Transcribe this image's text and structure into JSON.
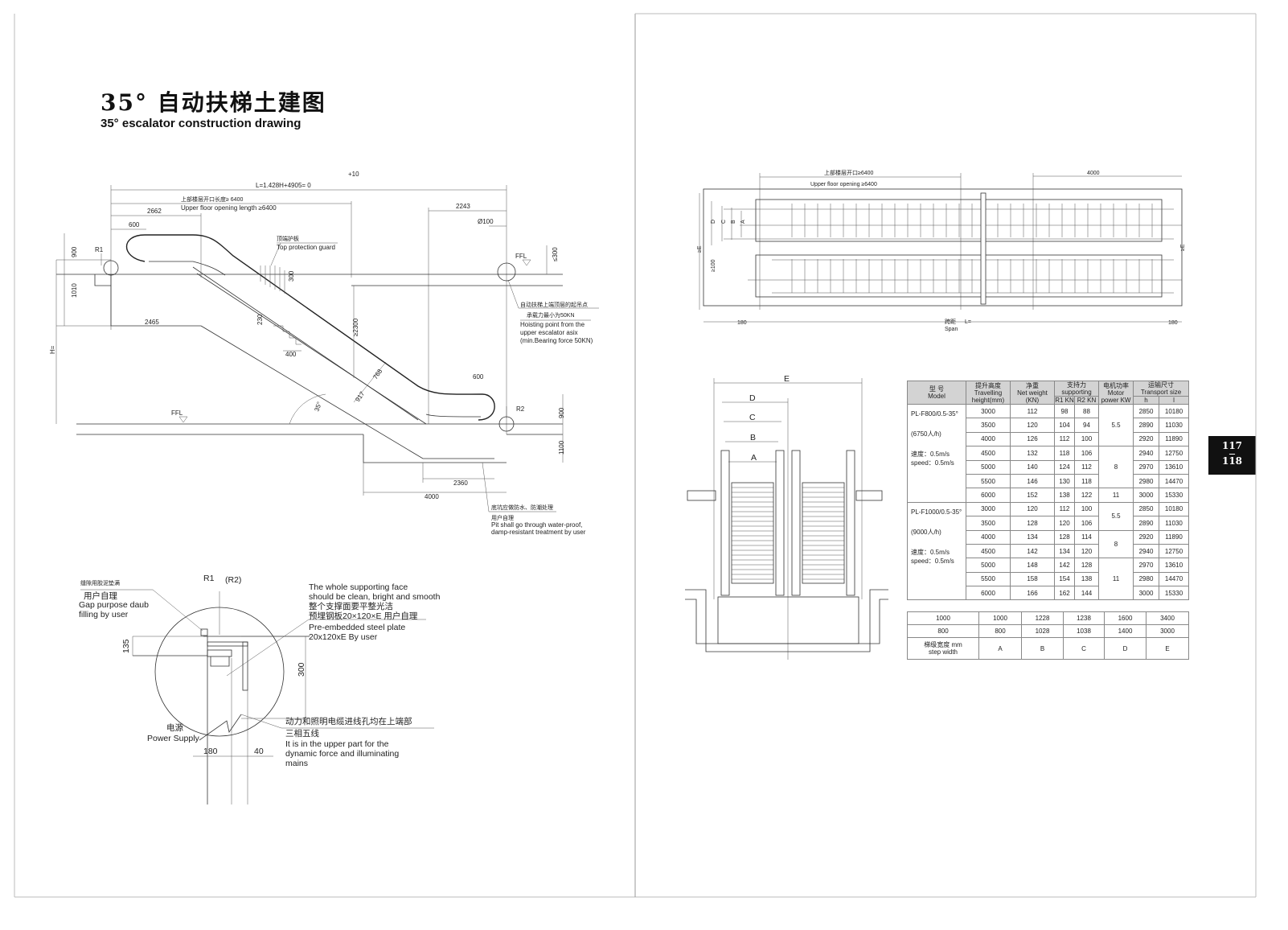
{
  "header": {
    "title": "35° 自动扶梯土建图",
    "subtitle": "35° escalator construction drawing"
  },
  "page_tab": {
    "left": "117",
    "sep": "—",
    "right": "118"
  },
  "elevation": {
    "plus10": "+10",
    "L_formula": "L=1.428H+4905=  0",
    "upper_open_cn": "上部楼层开口长度≥ 6400",
    "upper_open_en": "Upper floor opening length ≥6400",
    "d2662": "2662",
    "d2243": "2243",
    "phi100": "Ø100",
    "d600a": "600",
    "guard_cn": "顶端护板",
    "guard_en": "Top protection guard",
    "r1": "R1",
    "d900a": "900",
    "ffl_top": "FFL",
    "le300": "≤300",
    "d300": "300",
    "d1010": "1010",
    "hoist_cn1": "自动扶梯上端顶层的起吊点",
    "hoist_cn2": "承载力最小为50KN",
    "hoist_en1": "Hoisting point from the",
    "hoist_en2": "upper escalator asix",
    "hoist_en3": "(min.Bearing force 50KN)",
    "d2465": "2465",
    "ge2300": "≥2300",
    "d230": "230",
    "h_eq": "H=",
    "d400": "400",
    "d768": "768",
    "d917": "917",
    "angle": "35°",
    "d600b": "600",
    "ffl_bottom": "FFL",
    "r2": "R2",
    "d900b": "900",
    "d1100": "1100",
    "d2360": "2360",
    "d4000": "4000",
    "pit_cn1": "底坑应做防水、防潮处理",
    "pit_cn2": "用户自理",
    "pit_en1": "Pit shall go through water-proof,",
    "pit_en2": "damp-resistant treatment by user"
  },
  "detail": {
    "gap_cn1": "缝隙用胶泥垫满",
    "gap_cn2": "用户自理",
    "gap_en1": "Gap purpose daub",
    "gap_en2": "filling by user",
    "r1": "R1",
    "r2": "(R2)",
    "face_en1": "The whole supporting face",
    "face_en2": "should be clean, bright and smooth",
    "face_cn": "整个支撑面要平整光洁",
    "plate_cn": "预埋钢板20×120×E 用户自理",
    "plate_en1": "Pre-embedded steel plate",
    "plate_en2": "20x120xE By user",
    "d135": "135",
    "d300": "300",
    "power_cn": "电源",
    "power_en": "Power Supply",
    "cable_cn1": "动力和照明电缆进线孔均在上端部",
    "cable_cn2": "三相五线",
    "cable_en1": "It is in the upper part for the",
    "cable_en2": "dynamic force and illuminating",
    "cable_en3": "mains",
    "d180": "180",
    "d40": "40"
  },
  "plan": {
    "open_cn": "上部楼层开口≥6400",
    "open_en": "Upper floor opening ≥6400",
    "d4000": "4000",
    "D": "D",
    "C": "C",
    "B": "B",
    "A": "A",
    "geE_left": "≥E",
    "ge100": "≥100",
    "geE_right": "≥E",
    "d180_left": "180",
    "span_cn": "跨距",
    "span_L": "L=",
    "span_en": "Span",
    "d180_right": "180"
  },
  "section": {
    "E": "E",
    "D": "D",
    "C": "C",
    "B": "B",
    "A": "A"
  },
  "spec_table": {
    "headers": {
      "model_cn": "型 号",
      "model_en": "Model",
      "height_cn": "提升高度",
      "height_en": "Travelling height(mm)",
      "weight_cn": "净重",
      "weight_en": "Net weight (KN)",
      "support_cn": "支持力",
      "support_en": "supporting",
      "r1": "R1 KN",
      "r2": "R2 KN",
      "motor_cn": "电机功率",
      "motor_en": "Motor power KW",
      "transport_cn": "运输尺寸",
      "transport_en": "Transport size",
      "h": "h",
      "l": "l"
    },
    "groups": [
      {
        "model": "PL-F800/0.5-35°",
        "capacity": "(6750人/h)",
        "speed_cn": "速度：0.5m/s",
        "speed_en": "speed：0.5m/s",
        "rows": [
          {
            "height": "3000",
            "weight": "112",
            "r1": "98",
            "r2": "88",
            "h": "2850",
            "l": "10180"
          },
          {
            "height": "3500",
            "weight": "120",
            "r1": "104",
            "r2": "94",
            "h": "2890",
            "l": "11030"
          },
          {
            "height": "4000",
            "weight": "126",
            "r1": "112",
            "r2": "100",
            "h": "2920",
            "l": "11890"
          },
          {
            "height": "4500",
            "weight": "132",
            "r1": "118",
            "r2": "106",
            "h": "2940",
            "l": "12750"
          },
          {
            "height": "5000",
            "weight": "140",
            "r1": "124",
            "r2": "112",
            "h": "2970",
            "l": "13610"
          },
          {
            "height": "5500",
            "weight": "146",
            "r1": "130",
            "r2": "118",
            "h": "2980",
            "l": "14470"
          },
          {
            "height": "6000",
            "weight": "152",
            "r1": "138",
            "r2": "122",
            "h": "3000",
            "l": "15330"
          }
        ],
        "motor": [
          "5.5",
          "8",
          "11"
        ]
      },
      {
        "model": "PL-F1000/0.5-35°",
        "capacity": "(9000人/h)",
        "speed_cn": "速度：0.5m/s",
        "speed_en": "speed：0.5m/s",
        "rows": [
          {
            "height": "3000",
            "weight": "120",
            "r1": "112",
            "r2": "100",
            "h": "2850",
            "l": "10180"
          },
          {
            "height": "3500",
            "weight": "128",
            "r1": "120",
            "r2": "106",
            "h": "2890",
            "l": "11030"
          },
          {
            "height": "4000",
            "weight": "134",
            "r1": "128",
            "r2": "114",
            "h": "2920",
            "l": "11890"
          },
          {
            "height": "4500",
            "weight": "142",
            "r1": "134",
            "r2": "120",
            "h": "2940",
            "l": "12750"
          },
          {
            "height": "5000",
            "weight": "148",
            "r1": "142",
            "r2": "128",
            "h": "2970",
            "l": "13610"
          },
          {
            "height": "5500",
            "weight": "158",
            "r1": "154",
            "r2": "138",
            "h": "2980",
            "l": "14470"
          },
          {
            "height": "6000",
            "weight": "166",
            "r1": "162",
            "r2": "144",
            "h": "3000",
            "l": "15330"
          }
        ],
        "motor": [
          "5.5",
          "8",
          "11"
        ]
      }
    ]
  },
  "width_table": {
    "rows": [
      [
        "1000",
        "1000",
        "1228",
        "1238",
        "1600",
        "3400"
      ],
      [
        "800",
        "800",
        "1028",
        "1038",
        "1400",
        "3000"
      ]
    ],
    "label_cn": "梯级宽度 mm",
    "label_en": "step width",
    "letters": [
      "A",
      "B",
      "C",
      "D",
      "E"
    ]
  }
}
